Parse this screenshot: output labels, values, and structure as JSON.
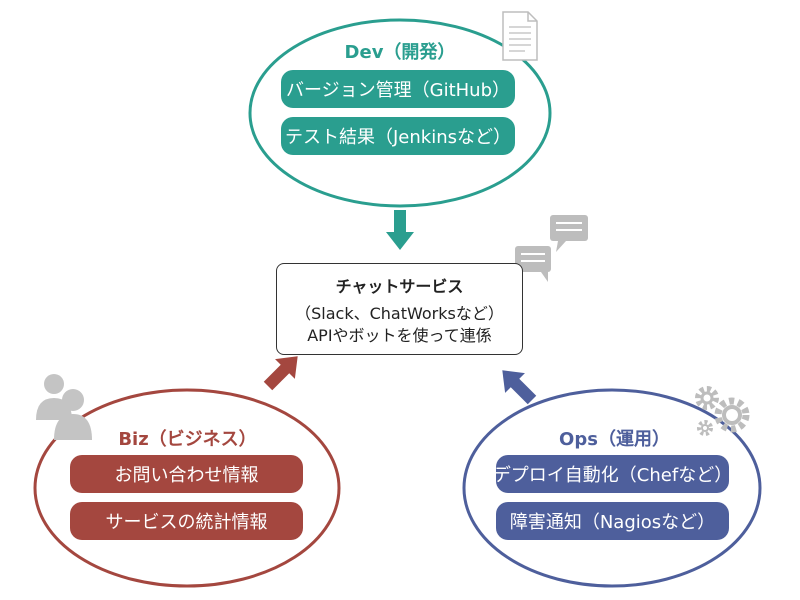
{
  "colors": {
    "dev": "#2a9e8f",
    "biz": "#a4473f",
    "ops": "#4e5f9c",
    "icon_gray": "#c0c0c0"
  },
  "dev": {
    "title": "Dev（開発）",
    "items": [
      "バージョン管理（GitHub）",
      "テスト結果（Jenkinsなど）"
    ],
    "icon": "document-icon"
  },
  "center": {
    "title": "チャットサービス",
    "line1": "（Slack、ChatWorksなど）",
    "line2": "APIやボットを使って連係",
    "icon": "chat-bubbles-icon"
  },
  "biz": {
    "title": "Biz（ビジネス）",
    "items": [
      "お問い合わせ情報",
      "サービスの統計情報"
    ],
    "icon": "people-icon"
  },
  "ops": {
    "title": "Ops（運用）",
    "items": [
      "デプロイ自動化（Chefなど）",
      "障害通知（Nagiosなど）"
    ],
    "icon": "gears-icon"
  }
}
